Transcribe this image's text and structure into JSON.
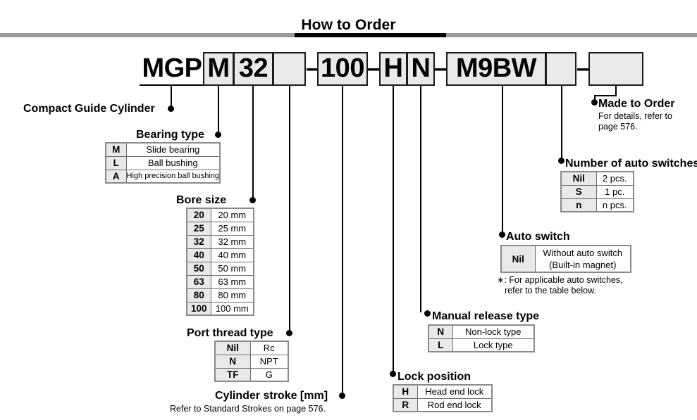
{
  "header": {
    "title": "How to Order"
  },
  "part_number": {
    "segments": [
      {
        "text": "MGP",
        "type": "plain"
      },
      {
        "text": "M",
        "type": "box"
      },
      {
        "text": "32",
        "type": "box"
      },
      {
        "text": "",
        "type": "box"
      },
      {
        "text": "–",
        "type": "dash"
      },
      {
        "text": "100",
        "type": "box"
      },
      {
        "text": "–",
        "type": "dash"
      },
      {
        "text": "H",
        "type": "box"
      },
      {
        "text": "N",
        "type": "box"
      },
      {
        "text": "–",
        "type": "dash"
      },
      {
        "text": "M9BW",
        "type": "box"
      },
      {
        "text": "",
        "type": "box"
      },
      {
        "text": "–",
        "type": "dash"
      },
      {
        "text": "",
        "type": "box"
      }
    ]
  },
  "callouts": {
    "product": {
      "title": "Compact Guide Cylinder"
    },
    "bearing": {
      "title": "Bearing type",
      "rows": [
        {
          "code": "M",
          "desc": "Slide bearing"
        },
        {
          "code": "L",
          "desc": "Ball bushing"
        },
        {
          "code": "A",
          "desc": "High precision ball bushing"
        }
      ]
    },
    "bore": {
      "title": "Bore size",
      "rows": [
        {
          "code": "20",
          "desc": "20 mm"
        },
        {
          "code": "25",
          "desc": "25 mm"
        },
        {
          "code": "32",
          "desc": "32 mm"
        },
        {
          "code": "40",
          "desc": "40 mm"
        },
        {
          "code": "50",
          "desc": "50 mm"
        },
        {
          "code": "63",
          "desc": "63 mm"
        },
        {
          "code": "80",
          "desc": "80 mm"
        },
        {
          "code": "100",
          "desc": "100 mm"
        }
      ]
    },
    "port_thread": {
      "title": "Port thread type",
      "rows": [
        {
          "code": "Nil",
          "desc": "Rc"
        },
        {
          "code": "N",
          "desc": "NPT"
        },
        {
          "code": "TF",
          "desc": "G"
        }
      ]
    },
    "stroke": {
      "title": "Cylinder stroke [mm]",
      "note": "Refer to Standard Strokes on page 576."
    },
    "lock_position": {
      "title": "Lock position",
      "rows": [
        {
          "code": "H",
          "desc": "Head end lock"
        },
        {
          "code": "R",
          "desc": "Rod end lock"
        }
      ]
    },
    "manual_release": {
      "title": "Manual release type",
      "rows": [
        {
          "code": "N",
          "desc": "Non-lock type"
        },
        {
          "code": "L",
          "desc": "Lock type"
        }
      ]
    },
    "auto_switch": {
      "title": "Auto switch",
      "rows": [
        {
          "code": "Nil",
          "desc_line1": "Without auto switch",
          "desc_line2": "(Built-in magnet)"
        }
      ],
      "note_line1": "∗: For applicable auto switches,",
      "note_line2": "refer to the table below."
    },
    "switch_count": {
      "title": "Number of auto switches",
      "rows": [
        {
          "code": "Nil",
          "desc": "2 pcs."
        },
        {
          "code": "S",
          "desc": "1 pc."
        },
        {
          "code": "n",
          "desc": "n pcs."
        }
      ]
    },
    "made_to_order": {
      "title": "Made to Order",
      "note_line1": "For details, refer to",
      "note_line2": "page 576."
    }
  },
  "colors": {
    "box_fill": "#e9e9e9",
    "rule_gray": "#9a9a9a",
    "rule_black": "#000000",
    "table_border": "#6e6e6e"
  }
}
